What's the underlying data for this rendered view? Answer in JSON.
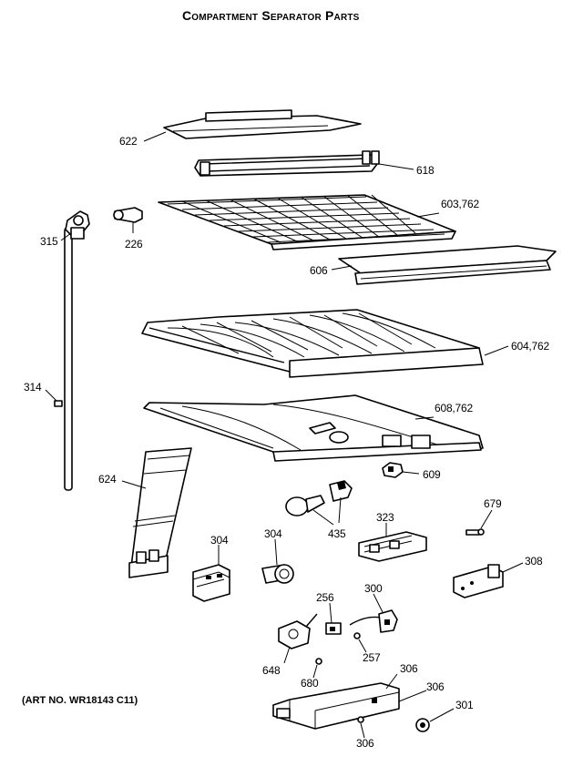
{
  "title": "Compartment Separator Parts",
  "art_number": "(ART NO. WR18143 C11)",
  "labels": {
    "l622": "622",
    "l618": "618",
    "l603": "603,762",
    "l315": "315",
    "l226": "226",
    "l606": "606",
    "l604": "604,762",
    "l314": "314",
    "l608": "608,762",
    "l609": "609",
    "l624": "624",
    "l435": "435",
    "l323": "323",
    "l679": "679",
    "l304a": "304",
    "l304b": "304",
    "l308": "308",
    "l256": "256",
    "l300": "300",
    "l257": "257",
    "l648": "648",
    "l680": "680",
    "l306a": "306",
    "l306b": "306",
    "l301": "301",
    "l306c": "306"
  }
}
